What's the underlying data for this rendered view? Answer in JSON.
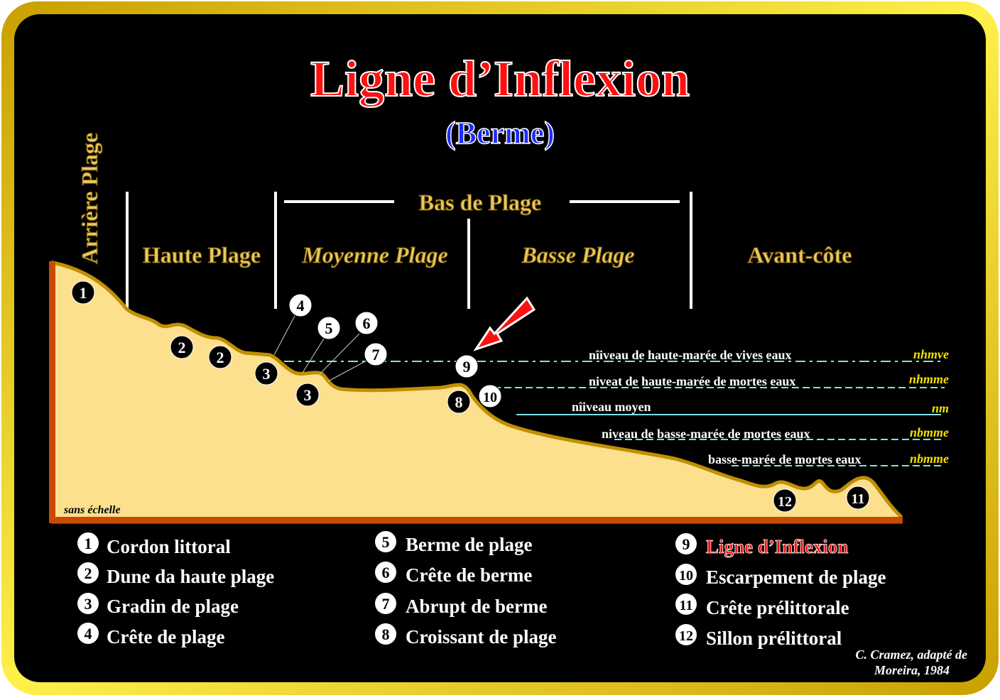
{
  "title": "Ligne d’Inflexion",
  "subtitle": "(Berme)",
  "zones": {
    "arriere": "Arrière Plage",
    "haute": "Haute Plage",
    "bas": "Bas de Plage",
    "moyenne": "Moyenne Plage",
    "basse": "Basse Plage",
    "avant": "Avant-côte"
  },
  "levels": [
    {
      "label": "nîiveau de haute-marée de vives eaux",
      "abbr": "nhmve"
    },
    {
      "label": "niveat de haute-marée de mortes eaux",
      "abbr": "nhmme"
    },
    {
      "label": "nîiveau moyen",
      "abbr": "nm"
    },
    {
      "label": "niveau de basse-marée de mortes eaux",
      "abbr": "nbmme"
    },
    {
      "label": "basse-marée de mortes eaux",
      "abbr": "nbmme"
    }
  ],
  "scale_note": "sans échelle",
  "markers": [
    "1",
    "2",
    "2",
    "3",
    "3",
    "4",
    "5",
    "6",
    "7",
    "8",
    "9",
    "10",
    "11",
    "12"
  ],
  "legend": [
    {
      "num": "1",
      "label": "Cordon littoral"
    },
    {
      "num": "2",
      "label": "Dune da haute plage"
    },
    {
      "num": "3",
      "label": "Gradin de plage"
    },
    {
      "num": "4",
      "label": "Crête de plage"
    },
    {
      "num": "5",
      "label": "Berme de plage"
    },
    {
      "num": "6",
      "label": "Crête de berme"
    },
    {
      "num": "7",
      "label": "Abrupt de berme"
    },
    {
      "num": "8",
      "label": "Croissant de plage"
    },
    {
      "num": "9",
      "label": "Ligne d’Inflexion"
    },
    {
      "num": "10",
      "label": "Escarpement de plage"
    },
    {
      "num": "11",
      "label": "Crête prélittorale"
    },
    {
      "num": "12",
      "label": "Sillon prélittoral"
    }
  ],
  "credit": [
    "C. Cramez, adapté de",
    "Moreira, 1984"
  ],
  "colors": {
    "frame": "#f2d600",
    "sand": "#fde08e",
    "shore": "#c09000",
    "water": "#7fe0e8",
    "title": "#ff1010",
    "zone": "#e8c860"
  }
}
